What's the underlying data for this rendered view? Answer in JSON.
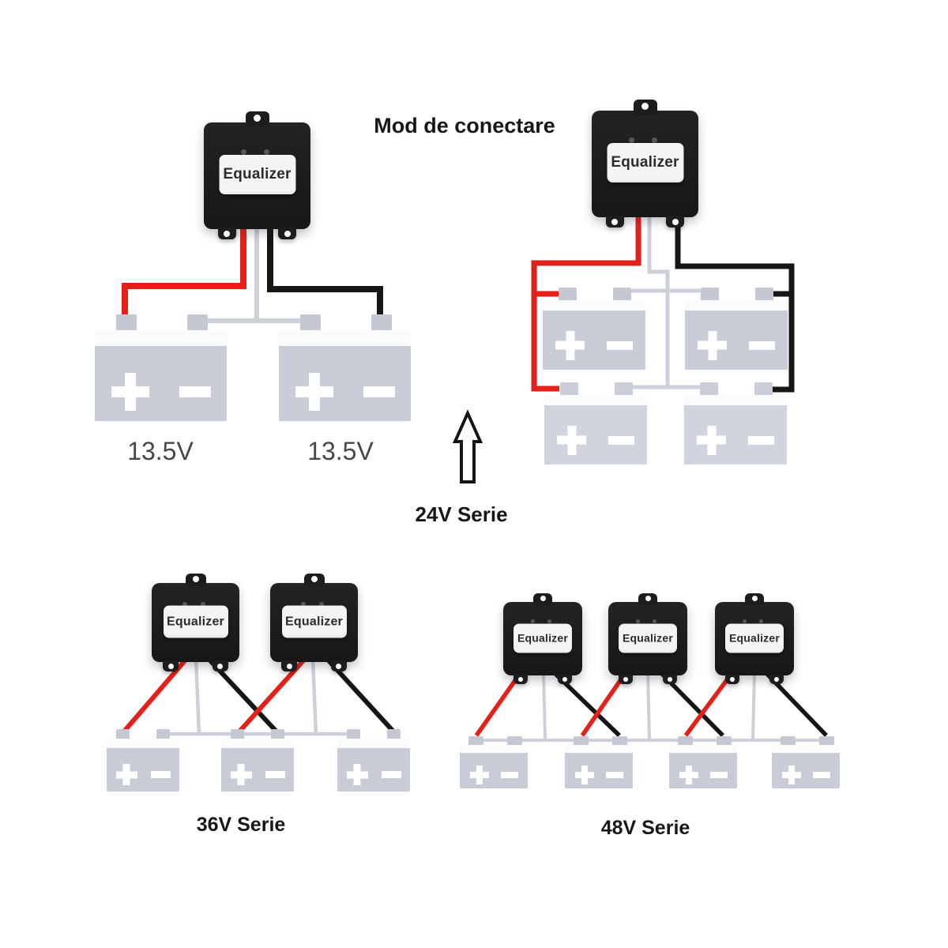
{
  "title": "Mod de conectare",
  "device_label": "Equalizer",
  "labels": {
    "battery_left": "13.5V",
    "battery_right": "13.5V",
    "serie_24": "24V Serie",
    "serie_36": "36V Serie",
    "serie_48": "48V Serie"
  },
  "colors": {
    "wire_positive": "#e62019",
    "wire_negative": "#161616",
    "wire_link": "#ccd1d9",
    "device_body": "#1b1b1d",
    "device_label_bg": "#f3f4f6",
    "battery_body": "#c7ccd6",
    "battery_top": "#fafbfd",
    "battery_terminal": "#c3c8d3",
    "background": "#ffffff"
  },
  "icons": {
    "arrow_up": "arrow-up-icon",
    "battery_positive": "plus-icon",
    "battery_negative": "minus-icon"
  }
}
